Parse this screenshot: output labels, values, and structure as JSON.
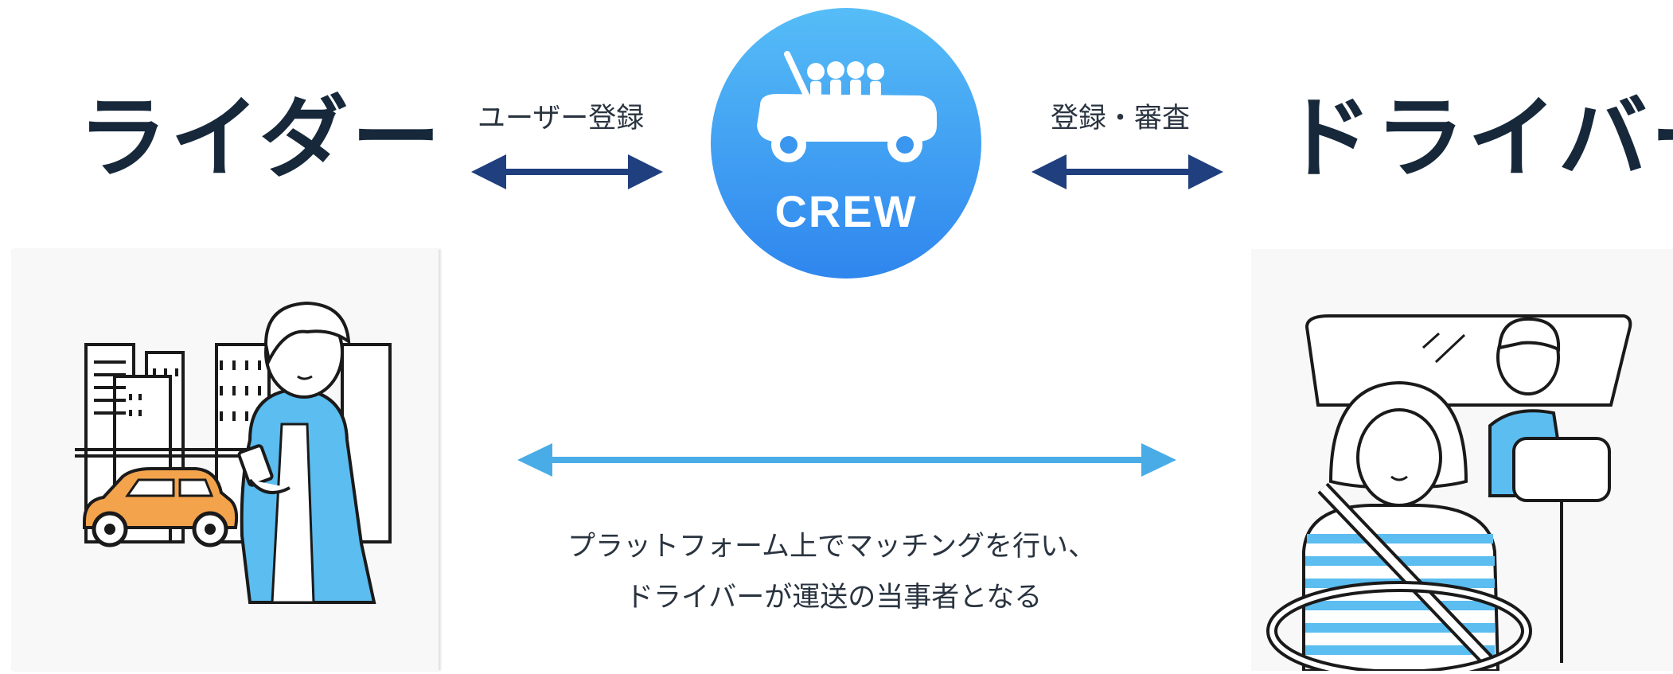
{
  "rider": {
    "title": "ライダー"
  },
  "driver": {
    "title": "ドライバー"
  },
  "arrows": {
    "left_label": "ユーザー登録",
    "right_label": "登録・審査"
  },
  "logo": {
    "text": "CREW",
    "icon": "convertible-car-with-passengers-icon"
  },
  "description": {
    "line1": "プラットフォーム上でマッチングを行い、",
    "line2": "ドライバーが運送の当事者となる"
  },
  "colors": {
    "dark_arrow": "#1f3f7e",
    "light_arrow": "#4aace6",
    "logo_top": "#56bdf7",
    "logo_bottom": "#2f86ee",
    "jacket": "#5bbdf0",
    "car": "#f3a34c"
  }
}
